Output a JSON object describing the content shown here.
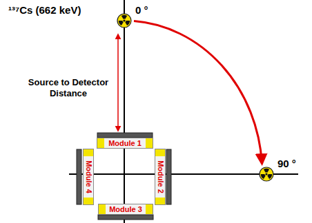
{
  "diagram": {
    "nodes": [
      {
        "text": [
          "Module 1"
        ]
      },
      {
        "text": [
          "Module 2"
        ]
      },
      {
        "text": [
          "Module 3"
        ]
      },
      {
        "text": [
          "Module 4"
        ]
      }
    ],
    "edges": [],
    "labels": [
      "¹³⁷Cs (662 keV)",
      "0 °",
      "Source to Detector Distance",
      "90 °"
    ]
  }
}
